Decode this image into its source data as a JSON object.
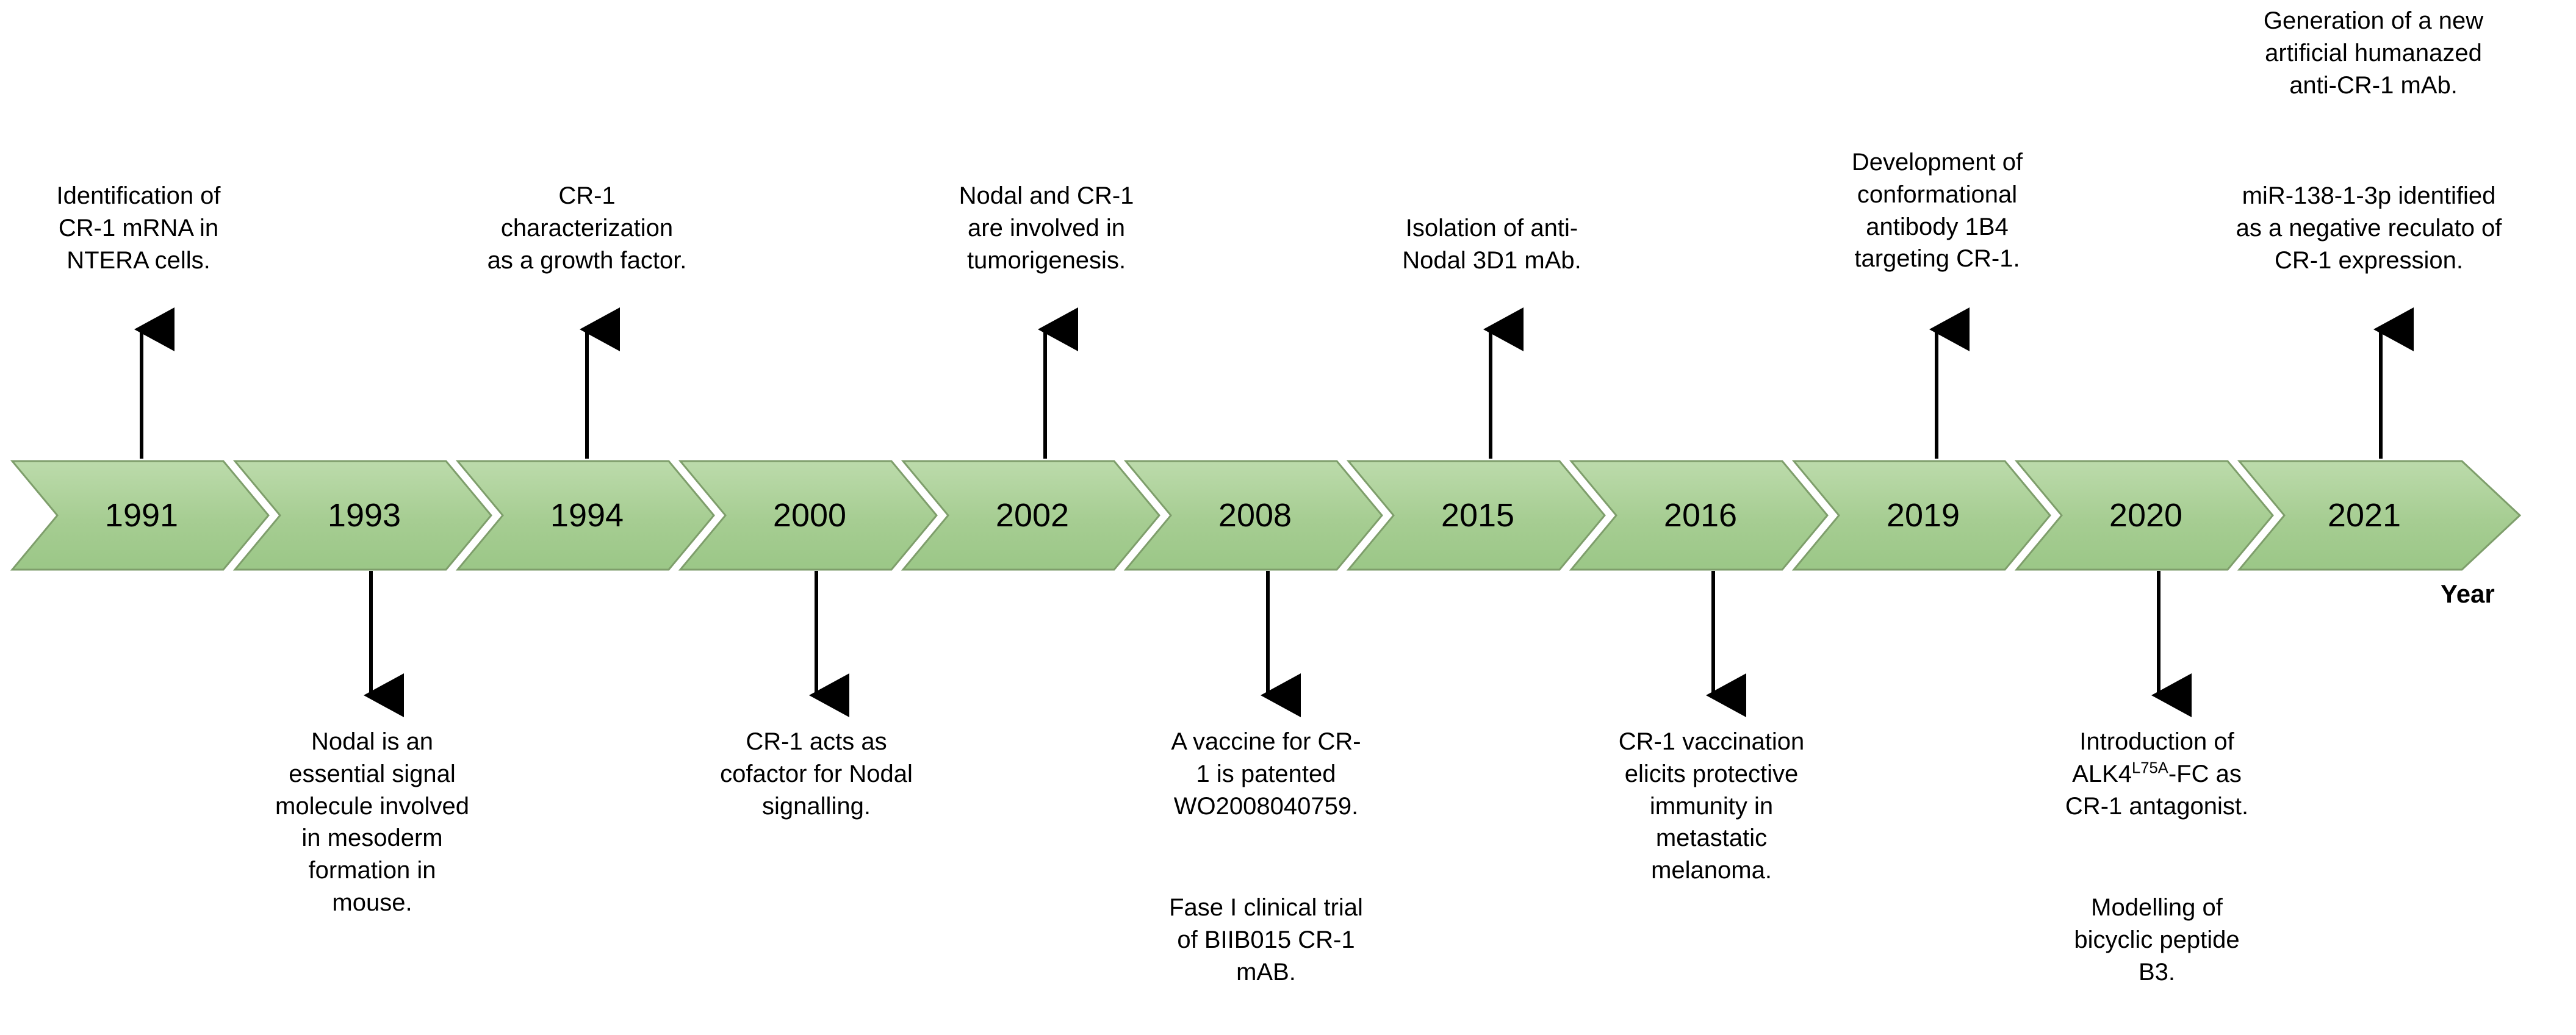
{
  "figure": {
    "type": "timeline",
    "axis_label": "Year",
    "orientation": "horizontal",
    "chevron_fill": "#A8CE94",
    "chevron_fill_top": "#B9D8A8",
    "chevron_stroke": "#7E9E6B",
    "text_color": "#000000",
    "background": "#ffffff"
  },
  "chart_data": {
    "type": "table",
    "title": "",
    "xlabel": "Year",
    "categories": [
      "1991",
      "1993",
      "1994",
      "2000",
      "2002",
      "2008",
      "2015",
      "2016",
      "2019",
      "2020",
      "2021"
    ],
    "events": [
      {
        "year": "1991",
        "side": "above",
        "notes": [
          "Identification of\nCR-1 mRNA in\nNTERA cells."
        ]
      },
      {
        "year": "1993",
        "side": "below",
        "notes": [
          "Nodal is an\nessential signal\nmolecule involved\nin mesoderm\nformation in\nmouse."
        ]
      },
      {
        "year": "1994",
        "side": "above",
        "notes": [
          "CR-1\ncharacterization\nas a growth factor."
        ]
      },
      {
        "year": "2000",
        "side": "below",
        "notes": [
          "CR-1 acts as\ncofactor for Nodal\nsignalling."
        ]
      },
      {
        "year": "2002",
        "side": "above",
        "notes": [
          "Nodal and CR-1\nare involved in\ntumorigenesis."
        ]
      },
      {
        "year": "2008",
        "side": "below",
        "notes": [
          "A vaccine for CR-\n1 is patented\nWO2008040759.",
          "Fase I clinical trial\nof BIIB015 CR-1\nmAB."
        ]
      },
      {
        "year": "2015",
        "side": "above",
        "notes": [
          "Isolation of anti-\nNodal 3D1 mAb."
        ]
      },
      {
        "year": "2016",
        "side": "below",
        "notes": [
          "CR-1 vaccination\nelicits protective\nimmunity in\nmetastatic\nmelanoma."
        ]
      },
      {
        "year": "2019",
        "side": "above",
        "notes": [
          "Development of\nconformational\nantibody 1B4\ntargeting CR-1."
        ]
      },
      {
        "year": "2020",
        "side": "below",
        "notes": [
          "Introduction of\nALK4L75A-FC as\nCR-1 antagonist.",
          "Modelling of\nbicyclic peptide\nB3."
        ]
      },
      {
        "year": "2021",
        "side": "above",
        "notes": [
          "Generation of a new\nartificial humanazed\nanti-CR-1 mAb.",
          "miR-138-1-3p identified\nas a negative reculato of\nCR-1 expression."
        ]
      }
    ]
  },
  "years": {
    "y1991": "1991",
    "y1993": "1993",
    "y1994": "1994",
    "y2000": "2000",
    "y2002": "2002",
    "y2008": "2008",
    "y2015": "2015",
    "y2016": "2016",
    "y2019": "2019",
    "y2020": "2020",
    "y2021": "2021"
  },
  "notes": {
    "n1991": "Identification of\nCR-1 mRNA in\nNTERA cells.",
    "n1993": "Nodal is an\nessential signal\nmolecule involved\nin mesoderm\nformation in\nmouse.",
    "n1994": "CR-1\ncharacterization\nas a growth factor.",
    "n2000": "CR-1 acts as\ncofactor for Nodal\nsignalling.",
    "n2002": "Nodal and CR-1\nare involved in\ntumorigenesis.",
    "n2008a": "A vaccine for CR-\n1 is patented\nWO2008040759.",
    "n2008b": "Fase I clinical trial\nof BIIB015 CR-1\nmAB.",
    "n2015": "Isolation of anti-\nNodal 3D1 mAb.",
    "n2016": "CR-1 vaccination\nelicits protective\nimmunity in\nmetastatic\nmelanoma.",
    "n2019": "Development of\nconformational\nantibody 1B4\ntargeting CR-1.",
    "n2020a_pre": "Introduction of\nALK4",
    "n2020a_sup": "L75A",
    "n2020a_post": "-FC as\nCR-1 antagonist.",
    "n2020b": "Modelling of\nbicyclic peptide\nB3.",
    "n2021a": "Generation of a new\nartificial humanazed\nanti-CR-1 mAb.",
    "n2021b": "miR-138-1-3p identified\nas a negative reculato of\nCR-1 expression."
  },
  "axis": {
    "label": "Year"
  }
}
